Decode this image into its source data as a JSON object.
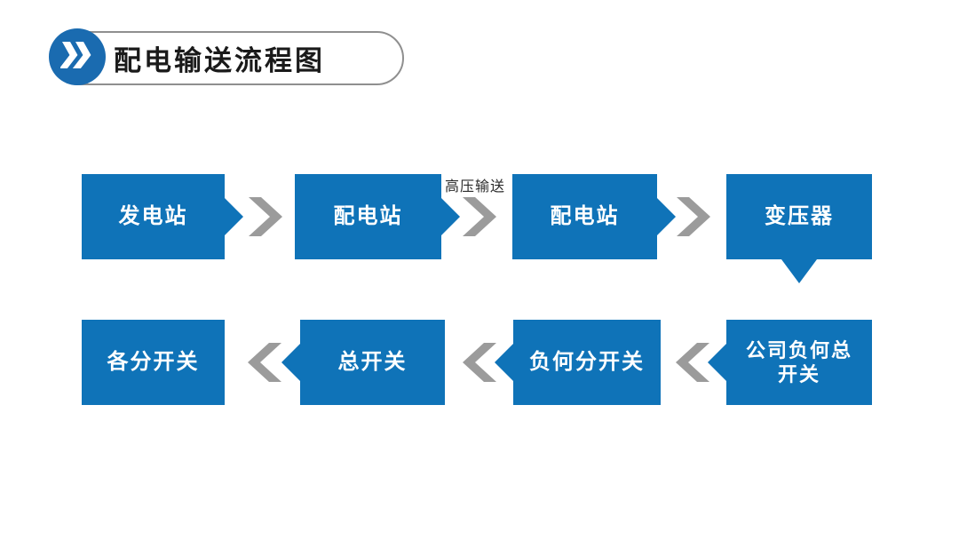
{
  "header": {
    "title": "配电输送流程图",
    "icon": "double-chevron-right"
  },
  "colors": {
    "box_blue": "#0f73b8",
    "badge_blue": "#1a6bb0",
    "arrow_gray": "#9b9b9b",
    "title_color": "#1a1a1a"
  },
  "flow": {
    "row1": {
      "direction": "left-to-right",
      "connector_label": "高压输送",
      "boxes": [
        {
          "label": "发电站",
          "tab": "right"
        },
        {
          "label": "配电站",
          "tab": "right"
        },
        {
          "label": "配电站",
          "tab": "right"
        },
        {
          "label": "变压器",
          "tab": "down"
        }
      ]
    },
    "row2": {
      "direction": "right-to-left",
      "boxes": [
        {
          "label": "各分开关",
          "tab": "none"
        },
        {
          "label": "总开关",
          "tab": "left"
        },
        {
          "label": "负何分开关",
          "tab": "left"
        },
        {
          "label": "公司负何总开关",
          "tab": "left"
        }
      ]
    }
  }
}
